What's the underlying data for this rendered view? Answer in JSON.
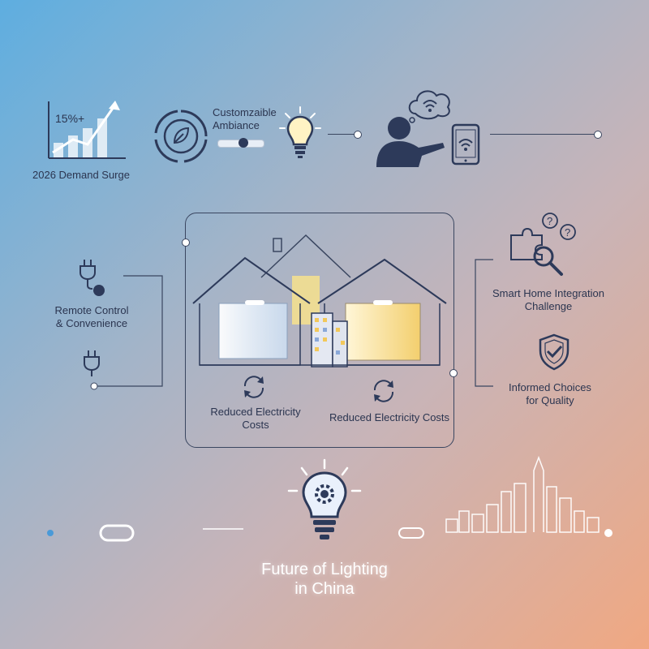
{
  "trend": {
    "percent": "15%+",
    "caption": "2026 Demand Surge",
    "bars": [
      0.3,
      0.45,
      0.6,
      0.8
    ]
  },
  "ambiance": {
    "label": "Customzaible\nAmbiance",
    "slider_level": 0.55
  },
  "remote": {
    "label": "Remote Control\n& Convenience"
  },
  "smart_home": {
    "label": "Smart Home Integration\nChallenge"
  },
  "informed": {
    "label": "Informed Choices\nfor Quality"
  },
  "savings": {
    "left_label": "Reduced Electricity\nCosts",
    "right_label": "Reduced Electricity Costs"
  },
  "timeline": {
    "title": "Future of Lighting\nin China"
  },
  "colors": {
    "line_blue": "#5aa8e0",
    "icon_navy": "#2d3a5a",
    "glow_white": "#ffffff",
    "warm": "#f5d27a"
  },
  "icons": [
    "chart-arrow-icon",
    "leaf-cycle-icon",
    "bulb-icon",
    "person-icon",
    "thought-wifi-icon",
    "tablet-wifi-icon",
    "plug-icon",
    "house-icon",
    "recycle-icon",
    "puzzle-search-icon",
    "shield-check-icon",
    "gear-bulb-icon",
    "city-skyline-icon"
  ]
}
